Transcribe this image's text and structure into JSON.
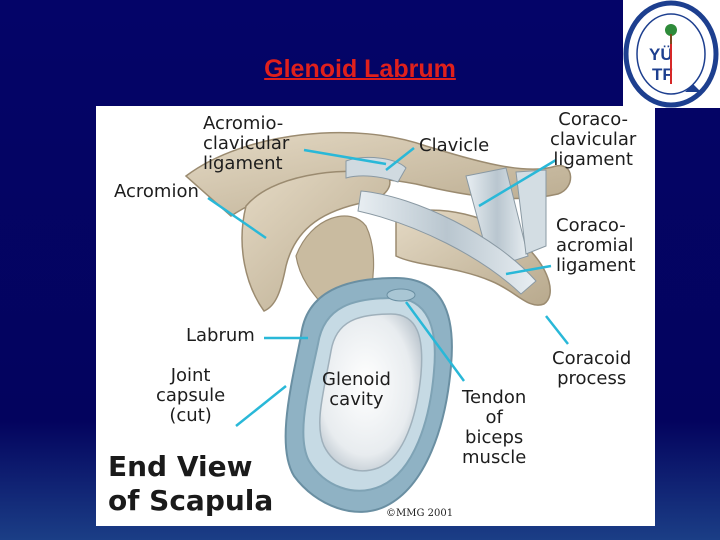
{
  "slide": {
    "title": "Glenoid Labrum"
  },
  "logo": {
    "line1": "YÜ",
    "line2": "TF",
    "colors": {
      "ring": "#1d3f8f",
      "accent": "#d62828",
      "tree": "#2e8b3a"
    }
  },
  "diagram": {
    "labels": {
      "acromioclavicular": "Acromio-\nclavicular\nligament",
      "acromion": "Acromion",
      "clavicle": "Clavicle",
      "coracoclavicular": "Coraco-\nclavicular\nligament",
      "coracoacromial": "Coraco-\nacromial\nligament",
      "labrum": "Labrum",
      "joint_capsule": "Joint\ncapsule\n(cut)",
      "glenoid_cavity": "Glenoid\ncavity",
      "tendon_biceps": "Tendon\nof\nbiceps\nmuscle",
      "coracoid_process": "Coracoid\nprocess",
      "end_view": "End View\nof Scapula"
    },
    "copyright": "©MMG 2001"
  },
  "colors": {
    "background": "#03035e",
    "title": "#e0201c",
    "bone": "#d9cdb6",
    "capsule": "#8fb2c4",
    "leader": "#29b8d8"
  }
}
